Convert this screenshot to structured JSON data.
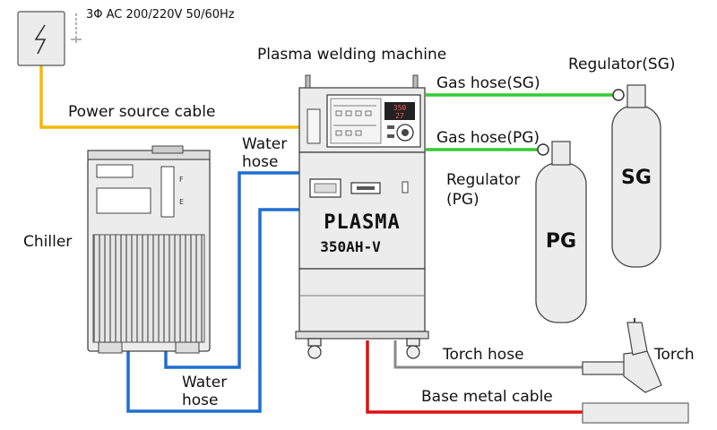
{
  "labels": {
    "power_supply": "3Φ AC 200/220V 50/60Hz",
    "machine_title": "Plasma welding machine",
    "gas_hose_sg": "Gas hose(SG)",
    "gas_hose_pg": "Gas hose(PG)",
    "regulator_sg": "Regulator(SG)",
    "regulator_pg_line1": "Regulator",
    "regulator_pg_line2": "(PG)",
    "power_cable": "Power source cable",
    "water_hose_top_line1": "Water",
    "water_hose_top_line2": "hose",
    "water_hose_bottom_line1": "Water",
    "water_hose_bottom_line2": "hose",
    "chiller": "Chiller",
    "torch_hose": "Torch hose",
    "torch": "Torch",
    "base_metal_cable": "Base metal cable"
  },
  "machine": {
    "brand": "PLASMA",
    "model": "350AH-V",
    "display_top": "350",
    "display_bottom": "27"
  },
  "cylinders": {
    "sg_label": "SG",
    "pg_label": "PG"
  },
  "chiller_marks": {
    "upper": "F",
    "lower": "E"
  },
  "colors": {
    "power_cable": "#f5b800",
    "gas_hose": "#33cc33",
    "water_hose": "#1f6fd1",
    "base_metal_cable": "#dd1111",
    "torch_hose": "#888888"
  }
}
